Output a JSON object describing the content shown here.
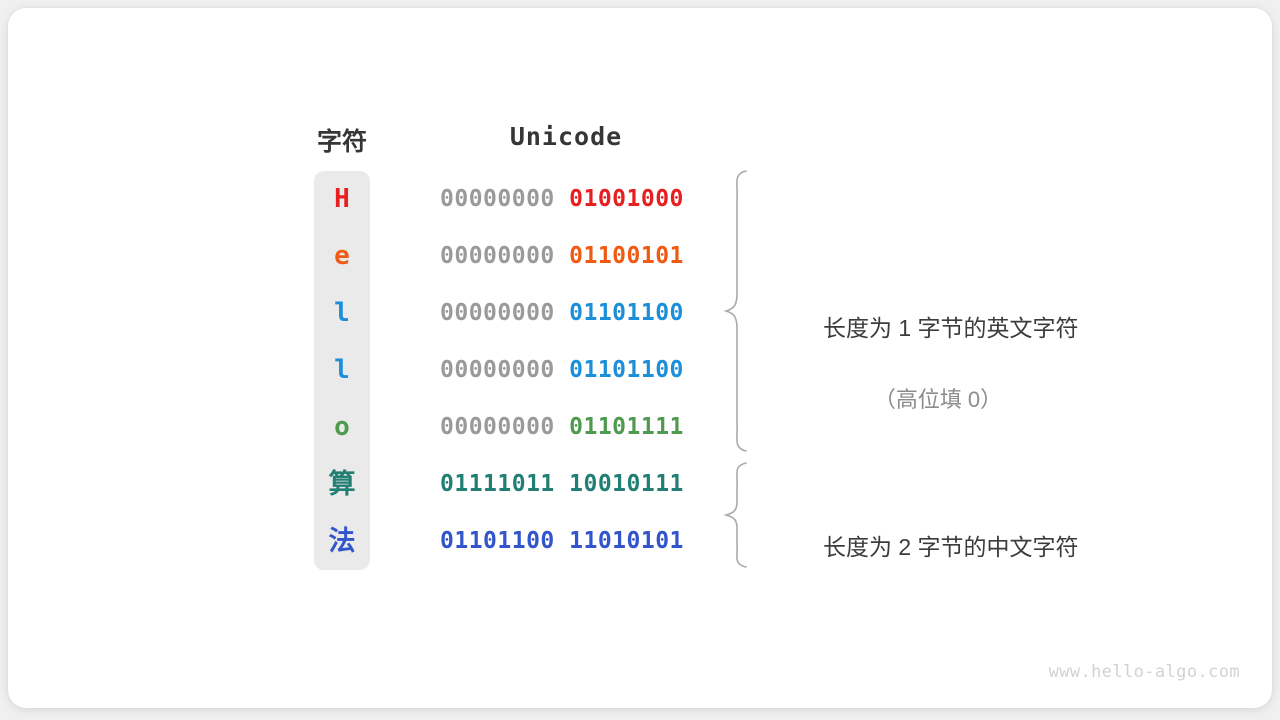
{
  "canvas": {
    "background": "#f0f0f0",
    "card_background": "#ffffff"
  },
  "headers": {
    "char": "字符",
    "unicode": "Unicode"
  },
  "palette": {
    "high_bits_gray": "#9a9a9a",
    "column_gray": "#eaeaea",
    "brace_gray": "#aaaaaa",
    "note_text": "#3c3c3c",
    "note_sub_text": "#8c8c8c",
    "watermark": "#d2d2d2"
  },
  "rows": [
    {
      "char": "H",
      "color": "#e62020",
      "high": "00000000 ",
      "low": "01001000",
      "cjk": false
    },
    {
      "char": "e",
      "color": "#f05a12",
      "high": "00000000 ",
      "low": "01100101",
      "cjk": false
    },
    {
      "char": "l",
      "color": "#1c8fd8",
      "high": "00000000 ",
      "low": "01101100",
      "cjk": false
    },
    {
      "char": "l",
      "color": "#1c8fd8",
      "high": "00000000 ",
      "low": "01101100",
      "cjk": false
    },
    {
      "char": "o",
      "color": "#4e9a4e",
      "high": "00000000 ",
      "low": "01101111",
      "cjk": false
    },
    {
      "char": "算",
      "color": "#217f73",
      "high": "",
      "low": "01111011 10010111",
      "cjk": true
    },
    {
      "char": "法",
      "color": "#3355cc",
      "high": "",
      "low": "01101100 11010101",
      "cjk": true
    }
  ],
  "annotations": {
    "group_one": {
      "main": "长度为 1 字节的英文字符",
      "sub": "（高位填 0）"
    },
    "group_two": {
      "main": "长度为 2 字节的中文字符",
      "sub": ""
    }
  },
  "watermark": "www.hello-algo.com"
}
